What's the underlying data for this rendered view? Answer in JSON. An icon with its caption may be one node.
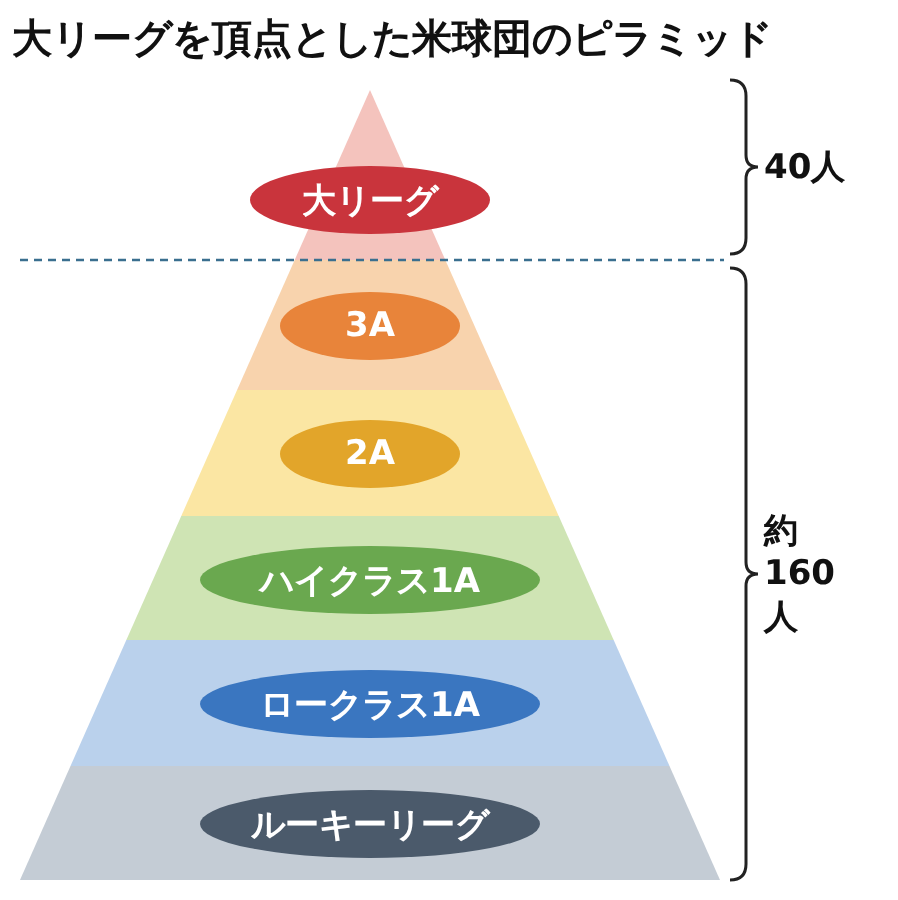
{
  "diagram": {
    "title": "大リーグを頂点とした米球団のピラミッド",
    "nodes": [
      {
        "text": [
          "大リーグ"
        ]
      },
      {
        "text": [
          "3A"
        ]
      },
      {
        "text": [
          "2A"
        ]
      },
      {
        "text": [
          "ハイクラス1A"
        ]
      },
      {
        "text": [
          "ロークラス1A"
        ]
      },
      {
        "text": [
          "ルーキーリーグ"
        ]
      }
    ],
    "labels": [
      "40人",
      "約160人"
    ]
  }
}
